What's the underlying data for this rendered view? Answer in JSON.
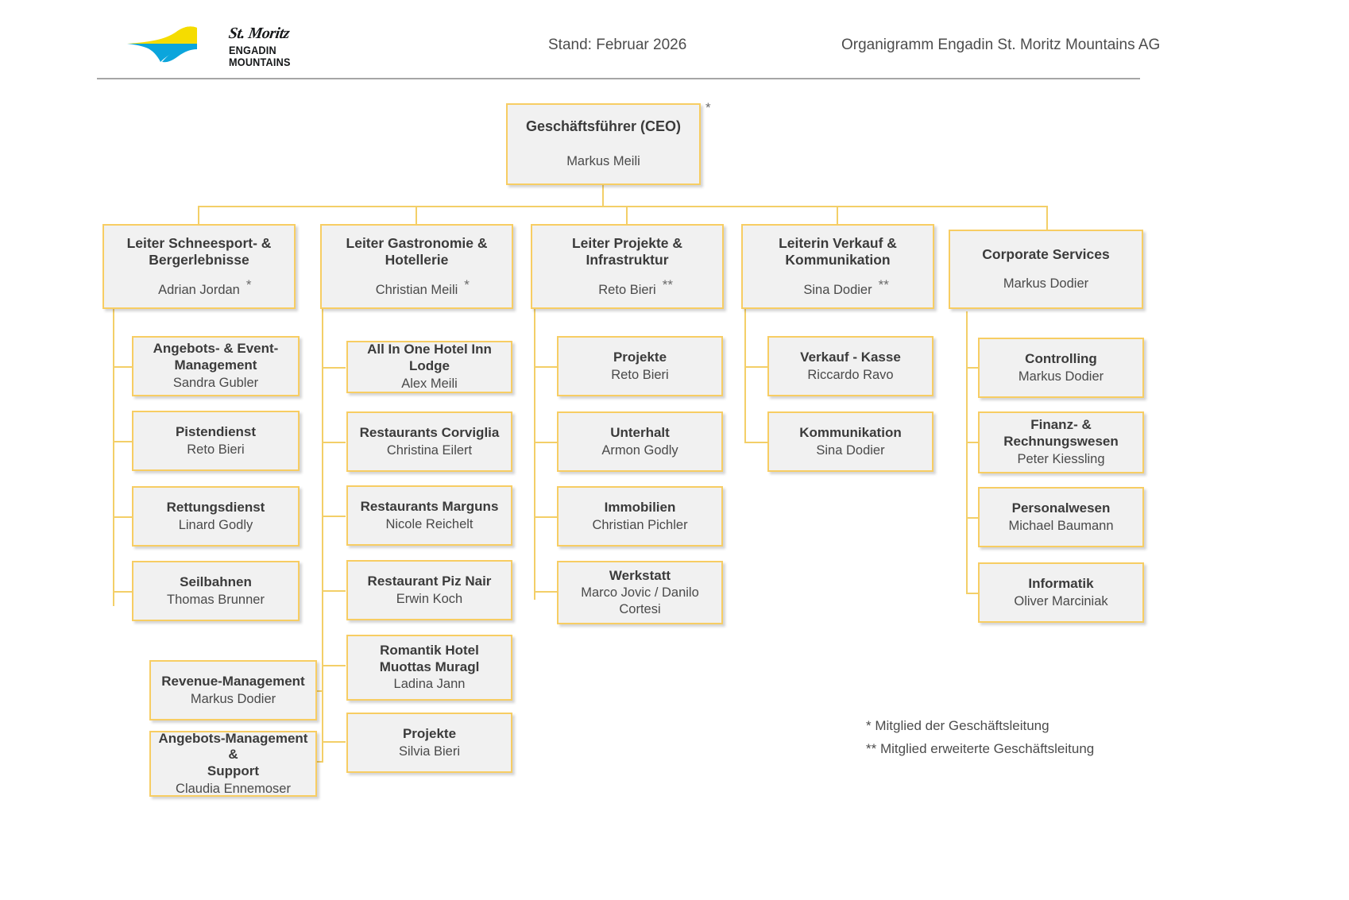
{
  "header": {
    "logo_script": "St. Moritz",
    "logo_sub": "ENGADIN MOUNTAINS",
    "date": "Stand: Februar 2026",
    "title": "Organigramm  Engadin St. Moritz Mountains AG"
  },
  "ceo": {
    "title": "Geschäftsführer (CEO)",
    "name": "Markus Meili",
    "mark": "*"
  },
  "divisions": [
    {
      "title": "Leiter Schneesport- &\nBergerlebnisse",
      "name": "Adrian Jordan",
      "mark": "*",
      "children": [
        {
          "title": "Angebots- & Event-\nManagement",
          "name": "Sandra Gubler"
        },
        {
          "title": "Pistendienst",
          "name": "Reto Bieri"
        },
        {
          "title": "Rettungsdienst",
          "name": "Linard Godly"
        },
        {
          "title": "Seilbahnen",
          "name": "Thomas Brunner"
        },
        {
          "title": "Revenue-Management",
          "name": "Markus Dodier"
        },
        {
          "title": "Angebots-Management &\nSupport",
          "name": "Claudia Ennemoser"
        }
      ]
    },
    {
      "title": "Leiter Gastronomie &\nHotellerie",
      "name": "Christian Meili",
      "mark": "*",
      "children": [
        {
          "title": "All In One Hotel Inn Lodge",
          "name": "Alex Meili"
        },
        {
          "title": "Restaurants Corviglia",
          "name": "Christina Eilert"
        },
        {
          "title": "Restaurants Marguns",
          "name": "Nicole Reichelt"
        },
        {
          "title": "Restaurant Piz Nair",
          "name": "Erwin Koch"
        },
        {
          "title": "Romantik Hotel\nMuottas Muragl",
          "name": "Ladina Jann"
        },
        {
          "title": "Projekte",
          "name": "Silvia Bieri"
        }
      ]
    },
    {
      "title": "Leiter Projekte &\nInfrastruktur",
      "name": "Reto Bieri",
      "mark": "**",
      "children": [
        {
          "title": "Projekte",
          "name": "Reto Bieri"
        },
        {
          "title": "Unterhalt",
          "name": "Armon Godly"
        },
        {
          "title": "Immobilien",
          "name": "Christian Pichler"
        },
        {
          "title": "Werkstatt",
          "name": "Marco Jovic / Danilo Cortesi"
        }
      ]
    },
    {
      "title": "Leiterin Verkauf &\nKommunikation",
      "name": "Sina Dodier",
      "mark": "**",
      "children": [
        {
          "title": "Verkauf - Kasse",
          "name": "Riccardo Ravo"
        },
        {
          "title": "Kommunikation",
          "name": "Sina Dodier"
        }
      ]
    },
    {
      "title": "Corporate Services",
      "name": "Markus Dodier",
      "mark": "",
      "children": [
        {
          "title": "Controlling",
          "name": "Markus Dodier"
        },
        {
          "title": "Finanz- &\nRechnungswesen",
          "name": "Peter Kiessling"
        },
        {
          "title": "Personalwesen",
          "name": "Michael Baumann"
        },
        {
          "title": "Informatik",
          "name": "Oliver Marciniak"
        }
      ]
    }
  ],
  "legend": [
    "*  Mitglied der Geschäftsleitung",
    "** Mitglied erweiterte Geschäftsleitung"
  ],
  "colors": {
    "box_border": "#f7cd63",
    "box_fill": "#f1f1f1",
    "connector": "#f3cf68",
    "logo_yellow": "#f5dc00",
    "logo_blue": "#0ba5dc"
  }
}
